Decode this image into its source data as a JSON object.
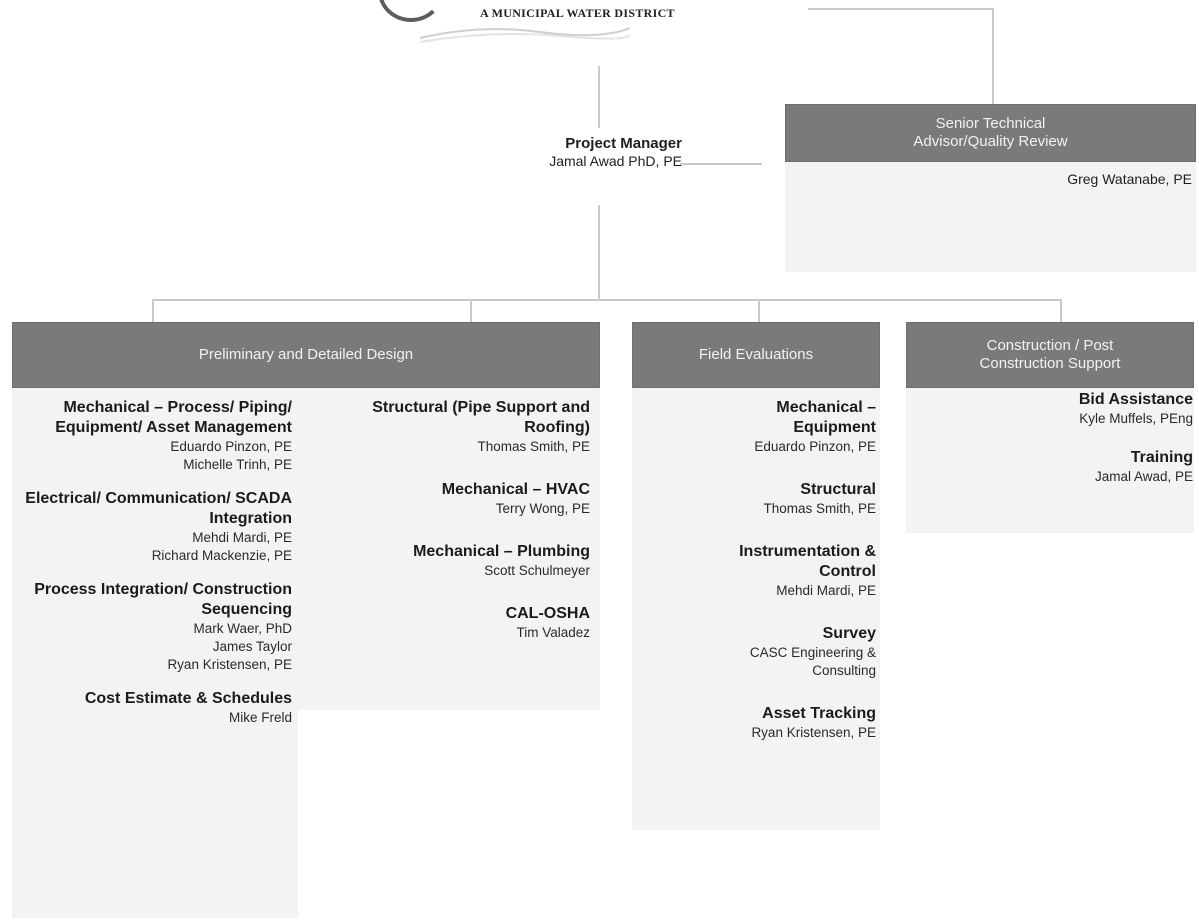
{
  "header": {
    "org_subtitle": "A MUNICIPAL WATER DISTRICT"
  },
  "project_manager": {
    "title": "Project Manager",
    "name": "Jamal Awad PhD, PE"
  },
  "advisor": {
    "title_line1": "Senior Technical",
    "title_line2": "Advisor/Quality Review",
    "name": "Greg Watanabe, PE"
  },
  "sections": {
    "design": {
      "label": "Preliminary and Detailed Design",
      "left_items": [
        {
          "title": "Mechanical – Process/ Piping/ Equipment/ Asset Management",
          "names": [
            "Eduardo Pinzon, PE",
            "Michelle Trinh, PE"
          ]
        },
        {
          "title": "Electrical/ Communication/ SCADA Integration",
          "names": [
            "Mehdi Mardi, PE",
            "Richard Mackenzie, PE"
          ]
        },
        {
          "title": "Process Integration/ Construction Sequencing",
          "names": [
            "Mark Waer, PhD",
            "James Taylor",
            "Ryan Kristensen, PE"
          ]
        },
        {
          "title": "Cost Estimate & Schedules",
          "names": [
            "Mike Freld"
          ]
        }
      ],
      "right_items": [
        {
          "title": "Structural (Pipe Support and Roofing)",
          "names": [
            "Thomas Smith, PE"
          ]
        },
        {
          "title": "Mechanical – HVAC",
          "names": [
            "Terry Wong, PE"
          ]
        },
        {
          "title": "Mechanical – Plumbing",
          "names": [
            "Scott Schulmeyer"
          ]
        },
        {
          "title": "CAL-OSHA",
          "names": [
            "Tim Valadez"
          ]
        }
      ]
    },
    "field": {
      "label": "Field Evaluations",
      "items": [
        {
          "title": "Mechanical – Equipment",
          "names": [
            "Eduardo Pinzon, PE"
          ]
        },
        {
          "title": "Structural",
          "names": [
            "Thomas Smith, PE"
          ]
        },
        {
          "title": "Instrumentation & Control",
          "names": [
            "Mehdi Mardi, PE"
          ]
        },
        {
          "title": "Survey",
          "names": [
            "CASC Engineering & Consulting"
          ]
        },
        {
          "title": "Asset Tracking",
          "names": [
            "Ryan Kristensen, PE"
          ]
        }
      ]
    },
    "construction": {
      "label_line1": "Construction / Post",
      "label_line2": "Construction Support",
      "items": [
        {
          "title": "Bid Assistance",
          "names": [
            "Kyle Muffels, PEng"
          ]
        },
        {
          "title": "Training",
          "names": [
            "Jamal Awad, PE"
          ]
        }
      ]
    }
  }
}
